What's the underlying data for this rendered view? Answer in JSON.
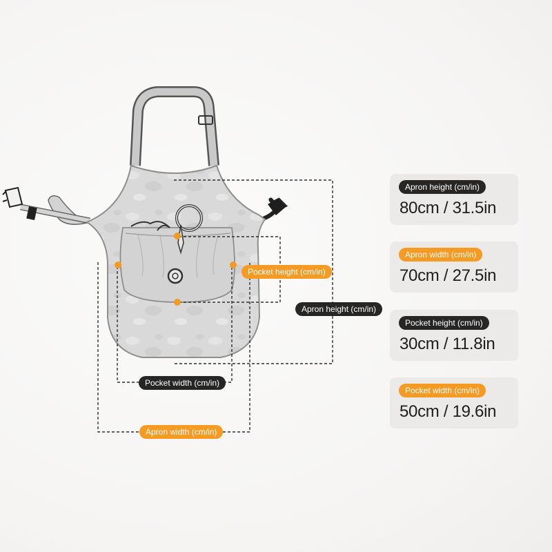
{
  "diagram_labels": {
    "apron_height": "Apron height (cm/in)",
    "apron_width": "Apron width (cm/in)",
    "pocket_height": "Pocket height (cm/in)",
    "pocket_width": "Pocket width (cm/in)"
  },
  "specs": [
    {
      "label": "Apron height (cm/in)",
      "value": "80cm / 31.5in",
      "style": "dark"
    },
    {
      "label": "Apron width (cm/in)",
      "value": "70cm / 27.5in",
      "style": "orange"
    },
    {
      "label": "Pocket height (cm/in)",
      "value": "30cm / 11.8in",
      "style": "dark"
    },
    {
      "label": "Pocket width (cm/in)",
      "value": "50cm / 19.6in",
      "style": "orange"
    }
  ],
  "colors": {
    "accent_orange": "#f59a23",
    "dark_pill": "#262626",
    "card_bg": "#ebeae9",
    "apron_fill": "#d7d7d7",
    "apron_outline": "#8e8e8e"
  }
}
